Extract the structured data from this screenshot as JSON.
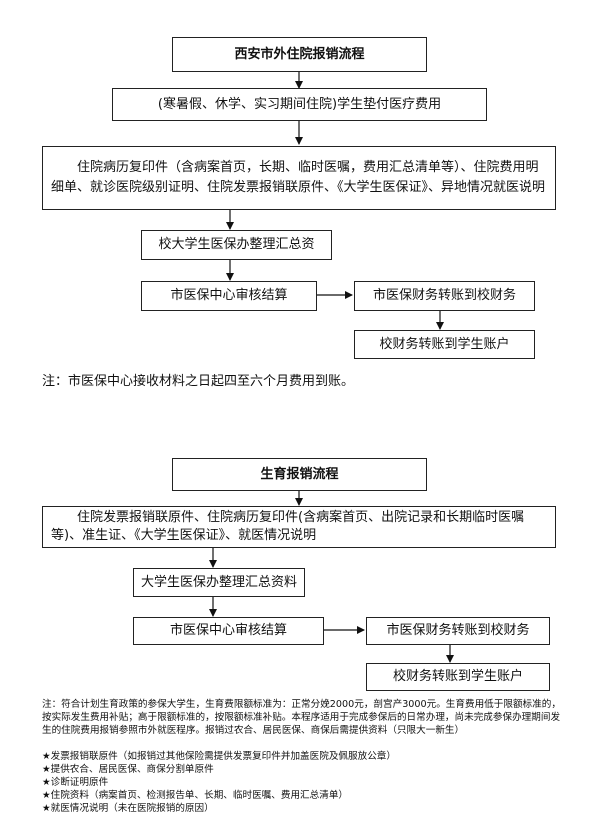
{
  "flow1": {
    "title": "西安市外住院报销流程",
    "step1": "(寒暑假、休学、实习期间住院)学生垫付医疗费用",
    "step2": "住院病历复印件（含病案首页，长期、临时医嘱，费用汇总清单等）、住院费用明细单、就诊医院级别证明、住院发票报销联原件、《大学生医保证》、异地情况就医说明",
    "step3": "校大学生医保办整理汇总资",
    "step4": "市医保中心审核结算",
    "step5": "市医保财务转账到校财务",
    "step6": "校财务转账到学生账户",
    "note": "注：市医保中心接收材料之日起四至六个月费用到账。"
  },
  "flow2": {
    "title": "生育报销流程",
    "step1": "住院发票报销联原件、住院病历复印件(含病案首页、出院记录和长期临时医嘱等)、准生证、《大学生医保证》、就医情况说明",
    "step2": "大学生医保办整理汇总资料",
    "step3": "市医保中心审核结算",
    "step4": "市医保财务转账到校财务",
    "step5": "校财务转账到学生账户",
    "notes": [
      "注：符合计划生育政策的参保大学生，生育费限额标准为：正常分娩2000元，剖宫产3000元。生育费用低于限额标准的，按实际发生费用补贴；高于限额标准的，按限额标准补贴。本程序适用于完成参保后的日常办理，尚未完成参保办理期间发生的住院费用报销参照市外就医程序。报销过农合、居民医保、商保后需提供资料（只限大一新生）",
      "★发票报销联原件（如报销过其他保险需提供发票复印件并加盖医院及佩服放公章）",
      "★提供农合、居民医保、商保分割单原件",
      "★诊断证明原件",
      "★住院资料（病案首页、检测报告单、长期、临时医嘱、费用汇总清单）",
      "★就医情况说明（未在医院报销的原因）"
    ]
  }
}
